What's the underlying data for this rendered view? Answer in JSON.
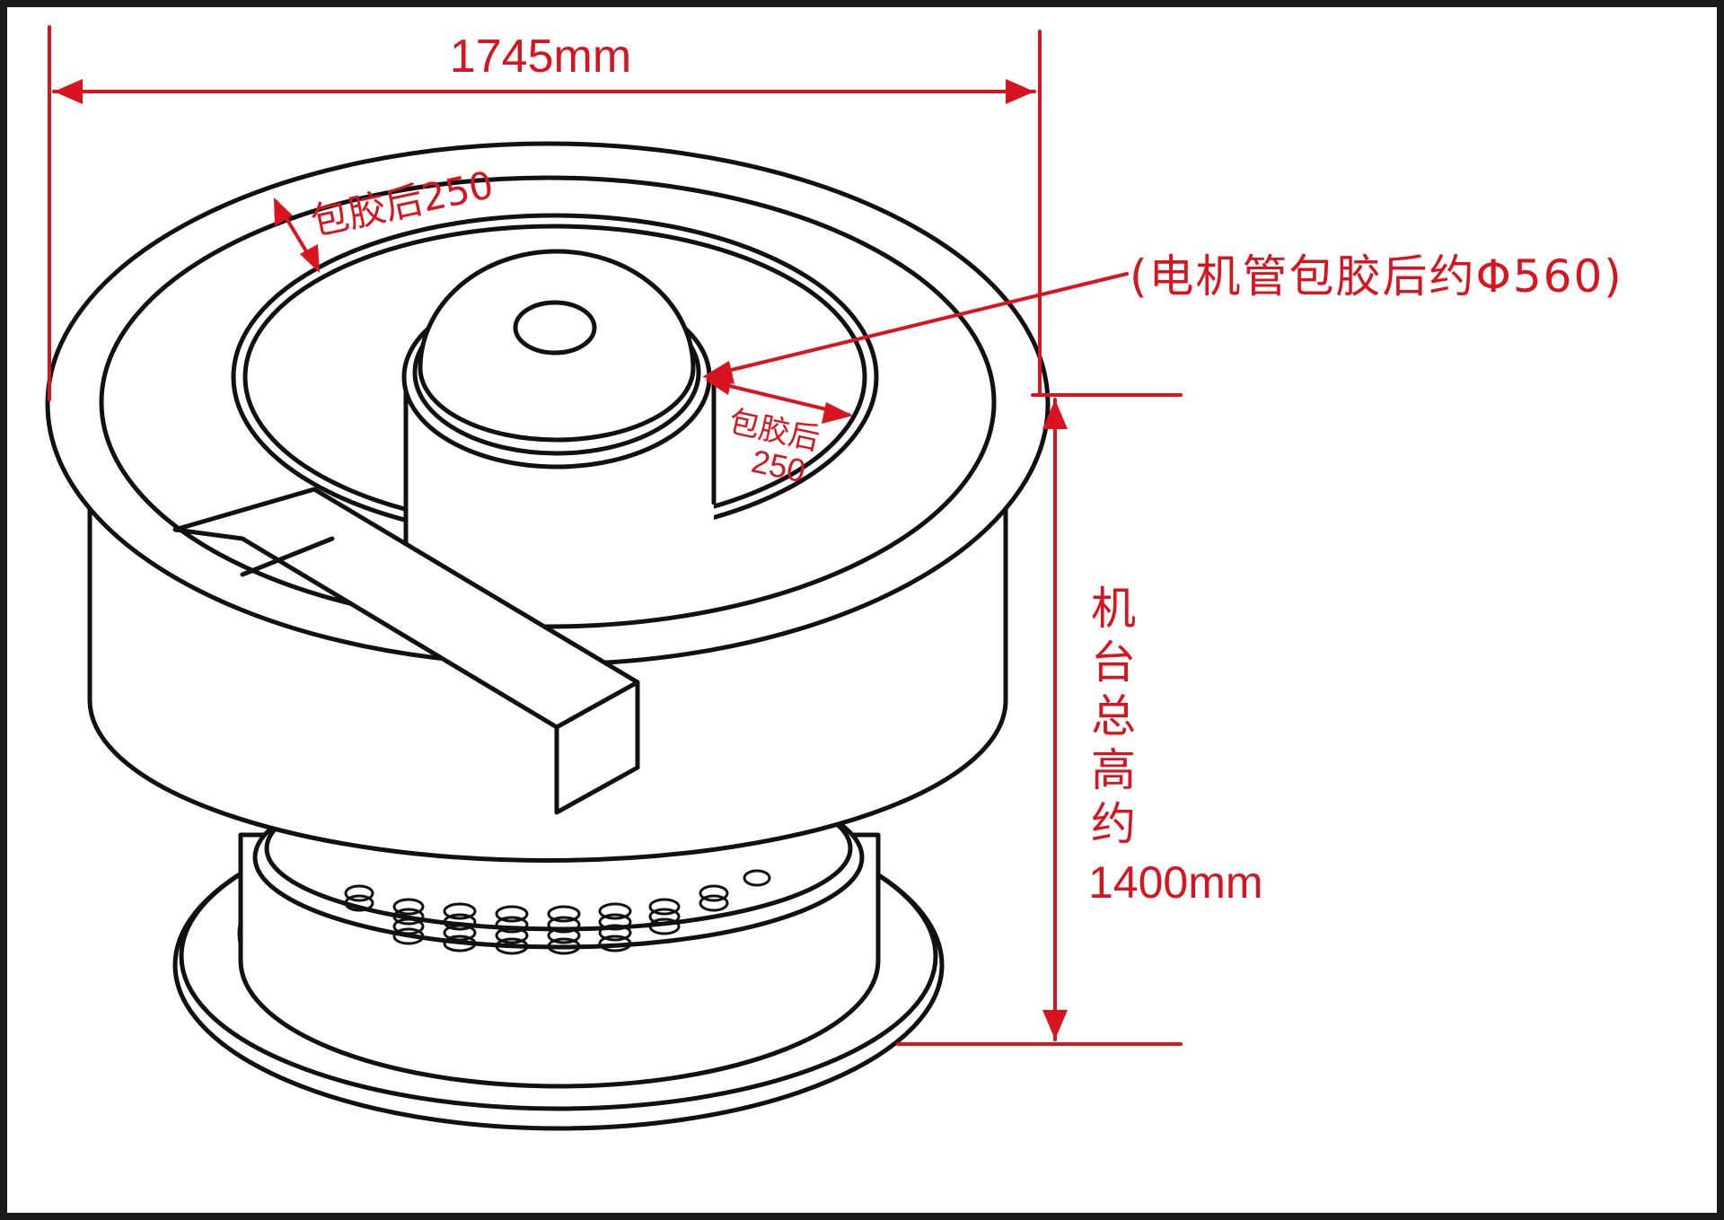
{
  "diagram": {
    "colors": {
      "background": "#ffffff",
      "frame": "#1a1a1a",
      "line": "#111111",
      "dimension": "#d7141f"
    },
    "labels": {
      "width": "1745mm",
      "outer_band": "包胶后250",
      "motor_tube": "(电机管包胶后约Φ560)",
      "inner_band_line1": "包胶后",
      "inner_band_line2": "250",
      "height_chars": [
        "机",
        "台",
        "总",
        "高",
        "约"
      ],
      "height_value": "1400mm"
    }
  }
}
